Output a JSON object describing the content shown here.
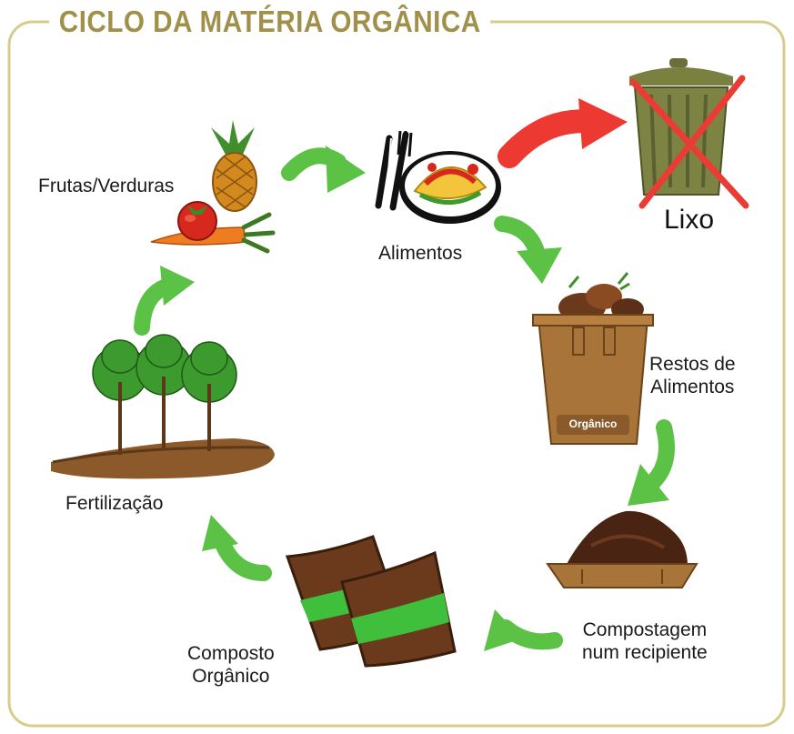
{
  "title": "CICLO DA MATÉRIA ORGÂNICA",
  "nodes": {
    "frutas": "Frutas/Verduras",
    "alimentos": "Alimentos",
    "lixo": "Lixo",
    "restos": "Restos de\nAlimentos",
    "bin_badge": "Orgânico",
    "compostagem": "Compostagem\nnum recipiente",
    "composto": "Composto\nOrgânico",
    "fertilizacao": "Fertilização"
  },
  "colors": {
    "frame": "#d8cc8c",
    "title": "#a1904a",
    "cycle_arrow": "#5cc246",
    "waste_arrow": "#ec3a32",
    "cross": "#ea3b34"
  }
}
